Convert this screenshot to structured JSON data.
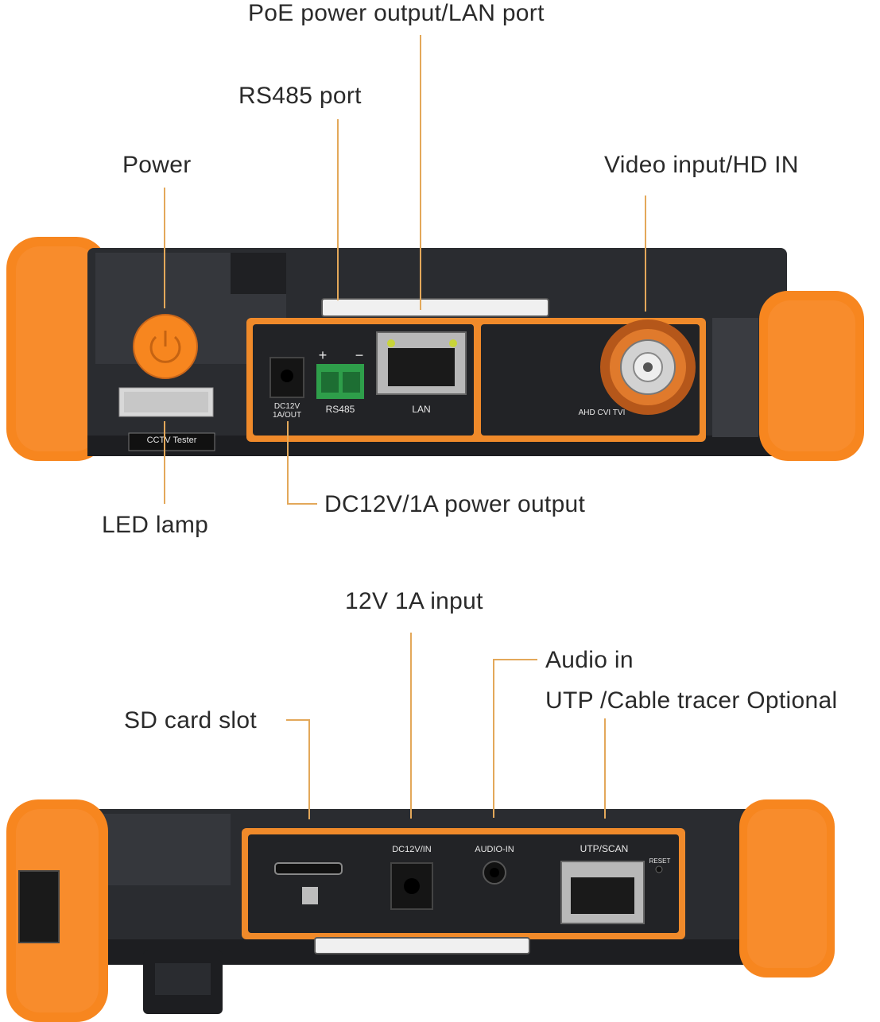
{
  "callouts": {
    "poe_lan": "PoE power output/LAN port",
    "rs485": "RS485 port",
    "power": "Power",
    "video_in": "Video input/HD IN",
    "led_lamp": "LED lamp",
    "dc_out": "DC12V/1A power output",
    "input_12v": "12V 1A input",
    "audio_in": "Audio in",
    "utp_cable": "UTP /Cable tracer Optional",
    "sd_slot": "SD card slot"
  },
  "top_panel": {
    "brand": "CCTV Tester",
    "dc_label_line1": "DC12V",
    "dc_label_line2": "1A/OUT",
    "rs485_label": "RS485",
    "rs485_plus": "+",
    "rs485_minus": "−",
    "lan_label": "LAN",
    "bnc_label": "AHD CVI TVI"
  },
  "bottom_panel": {
    "dc_in_label": "DC12V/IN",
    "audio_label": "AUDIO-IN",
    "utp_label": "UTP/SCAN",
    "reset_label": "RESET"
  },
  "colors": {
    "bumper_orange": "#f7861f",
    "body_dark": "#2a2c30",
    "panel_trim": "#f08a2a",
    "leader_line": "#e3a85a"
  }
}
